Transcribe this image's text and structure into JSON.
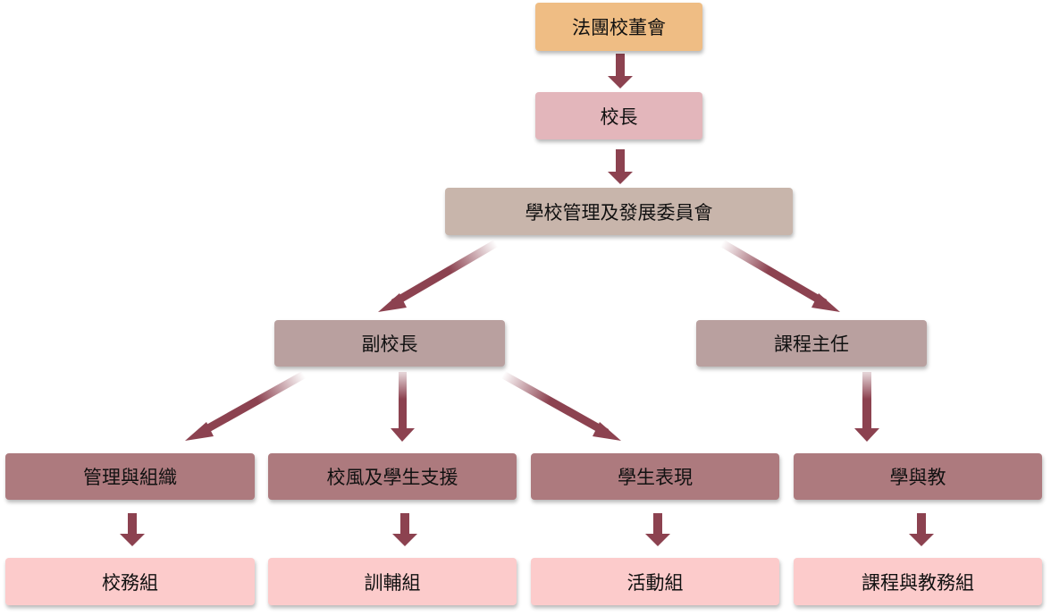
{
  "colors": {
    "board": "#efbd84",
    "principal": "#e3b6bb",
    "committee": "#c8b5ab",
    "level2": "#b9a09f",
    "level3": "#ad7a7e",
    "level4": "#fccbcb",
    "arrow": "#8c4250"
  },
  "nodes": {
    "board": "法團校董會",
    "principal": "校長",
    "committee": "學校管理及發展委員會",
    "vice_principal": "副校長",
    "curriculum_head": "課程主任",
    "management": "管理與組織",
    "ethos_support": "校風及學生支援",
    "student_performance": "學生表現",
    "learning_teaching": "學與教",
    "school_affairs_team": "校務組",
    "discipline_team": "訓輔組",
    "activities_team": "活動組",
    "curriculum_affairs_team": "課程與教務組"
  }
}
